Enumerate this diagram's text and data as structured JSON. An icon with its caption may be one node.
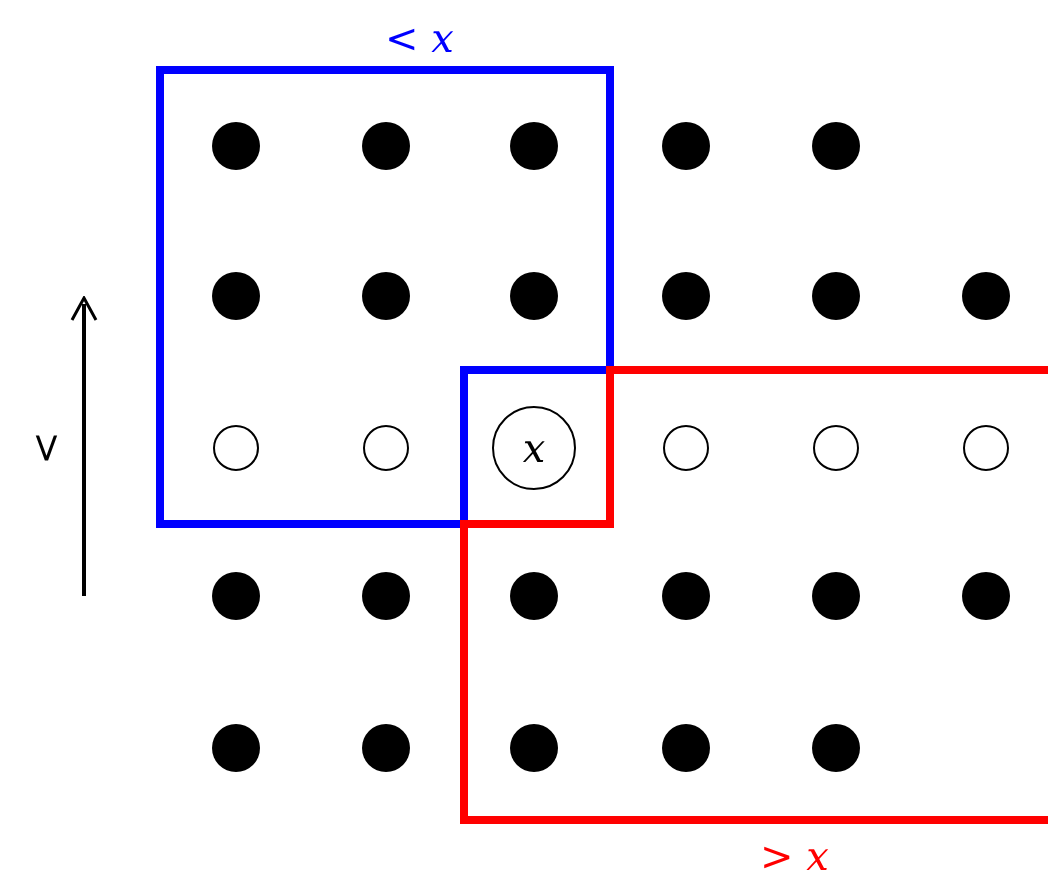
{
  "diagram": {
    "nodes": [
      {
        "text": [
          "< *x*"
        ]
      },
      {
        "text": [
          "> *x*"
        ]
      },
      {
        "text": [
          "*x*"
        ],
        "in": 0
      }
    ],
    "edges": [],
    "labels": [
      "<"
    ]
  }
}
